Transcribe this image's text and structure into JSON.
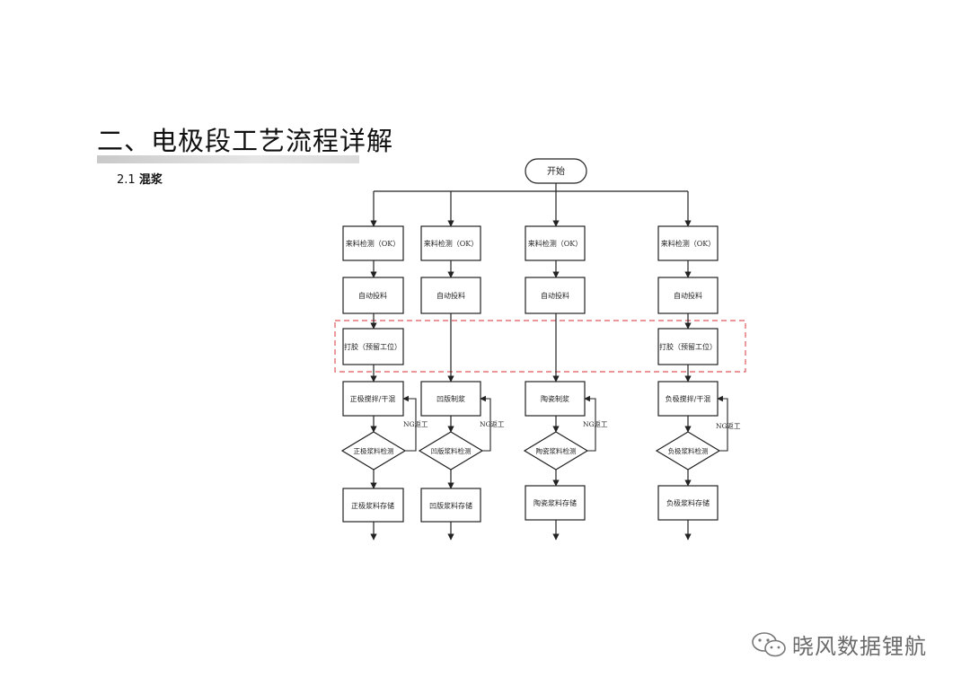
{
  "page": {
    "title": "二、电极段工艺流程详解",
    "section": {
      "number": "2.1",
      "name": "混浆"
    }
  },
  "flowchart": {
    "start": "开始",
    "columns": [
      {
        "incoming": "来料检测（OK）",
        "feed": "自动投料",
        "glue": "打胶（预留工位）",
        "process": "正极搅拌/干混",
        "ng": "NG返工",
        "check": "正极浆料检测",
        "store": "正极浆料存储"
      },
      {
        "incoming": "来料检测（OK）",
        "feed": "自动投料",
        "glue": "",
        "process": "凹版制浆",
        "ng": "NG返工",
        "check": "凹版浆料检测",
        "store": "凹版浆料存储"
      },
      {
        "incoming": "来料检测（OK）",
        "feed": "自动投料",
        "glue": "",
        "process": "陶瓷制浆",
        "ng": "NG返工",
        "check": "陶瓷浆料检测",
        "store": "陶瓷浆料存储"
      },
      {
        "incoming": "来料检测（OK）",
        "feed": "自动投料",
        "glue": "打胶（预留工位）",
        "process": "负极搅拌/干混",
        "ng": "NG返工",
        "check": "负极浆料检测",
        "store": "负极浆料存储"
      }
    ],
    "highlight_color": "#e0585d"
  },
  "watermark": {
    "text": "晓风数据锂航",
    "icon": "wechat-icon"
  }
}
